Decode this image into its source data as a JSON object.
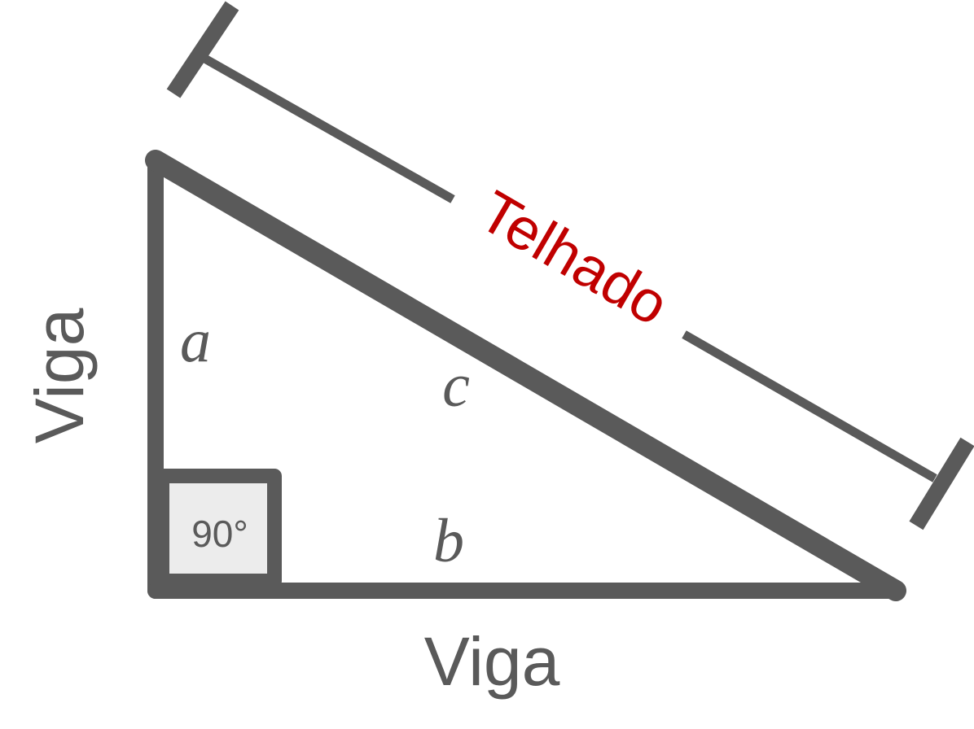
{
  "diagram": {
    "roof_label": "Telhado",
    "left_beam_label": "Viga",
    "bottom_beam_label": "Viga",
    "side_a": "a",
    "side_b": "b",
    "side_c": "c",
    "right_angle_label": "90°"
  },
  "colors": {
    "stroke": "#5a5a5a",
    "roof_text": "#c00000",
    "label_text": "#5a5a5a",
    "angle_fill": "#ececec"
  }
}
